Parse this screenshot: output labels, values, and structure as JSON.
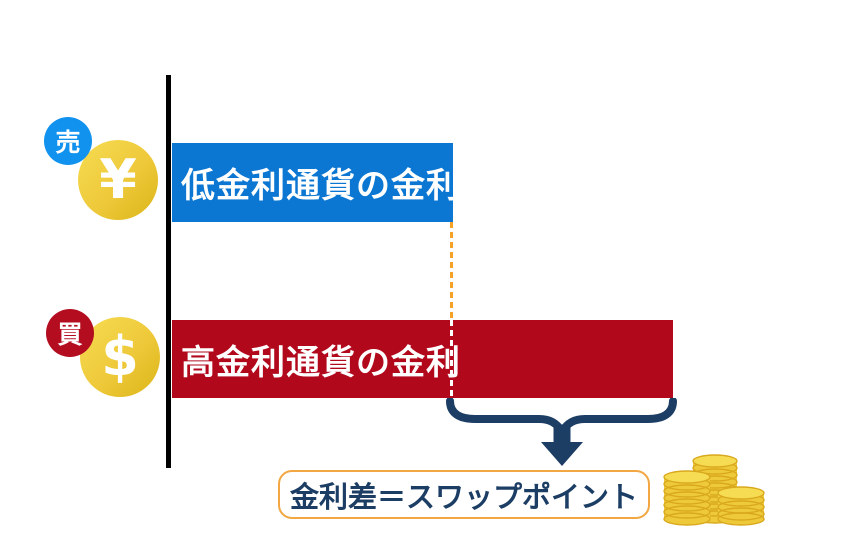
{
  "colors": {
    "blue-bar": "#0b77d2",
    "blue-badge": "#1292ef",
    "red-bar": "#b2081c",
    "red-badge": "#b30d1f",
    "navy": "#1c3d64",
    "orange": "#f6a229",
    "box-border": "#f2a742",
    "gold": "#eec93a",
    "gold-light": "#f6dc52",
    "gold-deep": "#dcb517",
    "gold-dark": "#d9a81d",
    "axis": "#000000"
  },
  "sell_row": {
    "badge": "売",
    "coin_symbol": "¥",
    "bar_label": "低金利通貨の金利"
  },
  "buy_row": {
    "badge": "買",
    "coin_symbol": "$",
    "bar_label": "高金利通貨の金利"
  },
  "result": {
    "label": "金利差＝スワップポイント"
  }
}
